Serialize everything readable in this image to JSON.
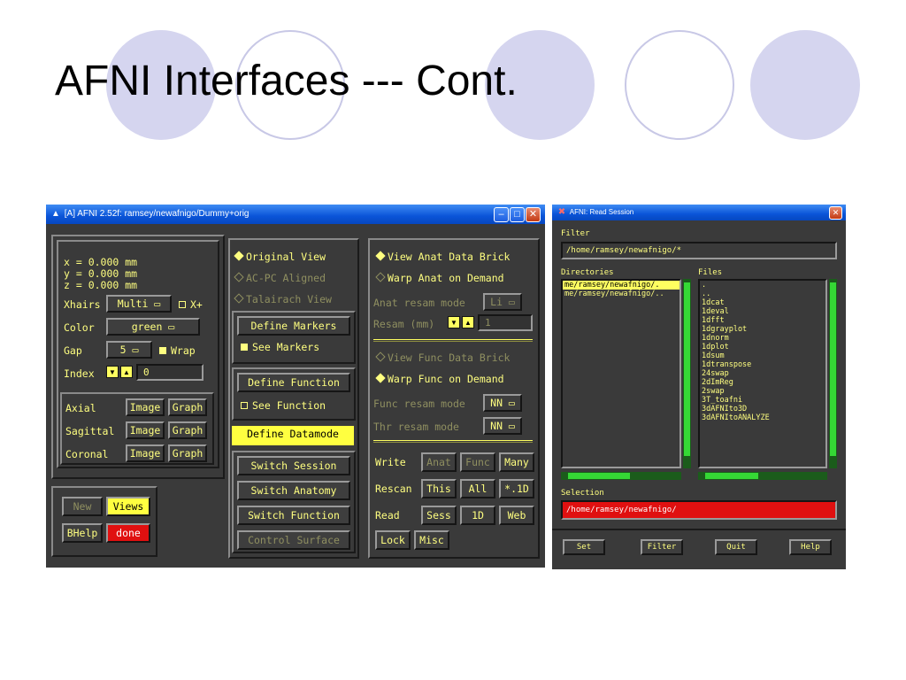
{
  "slide": {
    "title": "AFNI Interfaces --- Cont."
  },
  "afni": {
    "window_title": "[A] AFNI 2.52f: ramsey/newafnigo/Dummy+orig",
    "coords": [
      "x =     0.000 mm",
      "y =     0.000 mm",
      "z =     0.000 mm"
    ],
    "xhairs_label": "Xhairs",
    "xhairs_value": "Multi",
    "xplus_label": "X+",
    "color_label": "Color",
    "color_value": "green",
    "gap_label": "Gap",
    "gap_value": "5",
    "wrap_label": "Wrap",
    "index_label": "Index",
    "index_value": "0",
    "planes": [
      {
        "label": "Axial",
        "image": "Image",
        "graph": "Graph"
      },
      {
        "label": "Sagittal",
        "image": "Image",
        "graph": "Graph"
      },
      {
        "label": "Coronal",
        "image": "Image",
        "graph": "Graph"
      }
    ],
    "new_label": "New",
    "views_label": "Views",
    "bhelp_label": "BHelp",
    "done_label": "done",
    "views": [
      "Original View",
      "AC-PC Aligned",
      "Talairach View"
    ],
    "define_markers": "Define Markers",
    "see_markers": "See Markers",
    "define_function": "Define Function",
    "see_function": "See Function",
    "define_datamode": "Define Datamode",
    "switch_session": "Switch Session",
    "switch_anatomy": "Switch Anatomy",
    "switch_function": "Switch Function",
    "control_surface": "Control Surface",
    "view_anat": "View Anat Data Brick",
    "warp_anat": "Warp Anat on Demand",
    "anat_resam_label": "Anat resam mode",
    "anat_resam_value": "Li",
    "resam_mm_label": "Resam (mm)",
    "resam_mm_value": "1",
    "view_func": "View Func Data Brick",
    "warp_func": "Warp Func on Demand",
    "func_resam_label": "Func resam mode",
    "func_resam_value": "NN",
    "thr_resam_label": "Thr  resam mode",
    "thr_resam_value": "NN",
    "write_label": "Write",
    "write_buttons": [
      "Anat",
      "Func",
      "Many"
    ],
    "rescan_label": "Rescan",
    "rescan_buttons": [
      "This",
      "All",
      "*.1D"
    ],
    "read_label": "Read",
    "read_buttons": [
      "Sess",
      "1D",
      "Web"
    ],
    "lock_label": "Lock",
    "misc_label": "Misc"
  },
  "read_session": {
    "window_title": "AFNI: Read Session",
    "filter_label": "Filter",
    "filter_value": "/home/ramsey/newafnigo/*",
    "directories_label": "Directories",
    "files_label": "Files",
    "directories": [
      "me/ramsey/newafnigo/.",
      "me/ramsey/newafnigo/.."
    ],
    "files": [
      ".",
      "..",
      "1dcat",
      "1deval",
      "1dfft",
      "1dgrayplot",
      "1dnorm",
      "1dplot",
      "1dsum",
      "1dtranspose",
      "24swap",
      "2dImReg",
      "2swap",
      "3T_toafni",
      "3dAFNIto3D",
      "3dAFNItoANALYZE"
    ],
    "selection_label": "Selection",
    "selection_value": "/home/ramsey/newafnigo/",
    "buttons": [
      "Set",
      "Filter",
      "Quit",
      "Help"
    ]
  }
}
